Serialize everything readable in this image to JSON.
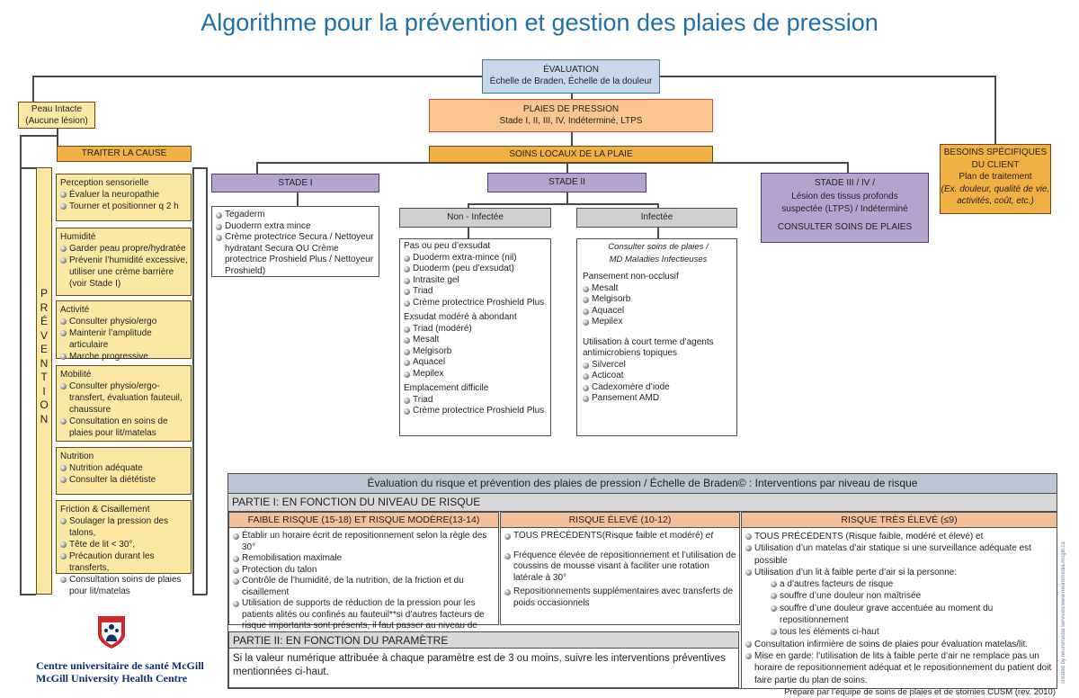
{
  "title": "Algorithme pour la prévention et gestion des plaies de pression",
  "evaluation": {
    "line1": "ÉVALUATION",
    "line2": "Échelle de Braden, Échelle de la douleur"
  },
  "peau": {
    "line1": "Peau Intacte",
    "line2": "(Aucune lésion)"
  },
  "plaies": {
    "line1": "PLAIES DE PRESSION",
    "line2": "Stade I, II, III, IV, Indéterminé, LTPS"
  },
  "traiter": "TRAITER LA CAUSE",
  "soins_locaux": "SOINS LOCAUX DE LA PLAIE",
  "besoins": {
    "line1": "BESOINS SPÉCIFIQUES",
    "line2": "DU CLIENT",
    "line3": "Plan de traitement",
    "line4": "(Ex. douleur, qualité de vie,",
    "line5": "activités, coût, etc.)"
  },
  "prevention_letters": [
    "P",
    "R",
    "É",
    "V",
    "E",
    "N",
    "T",
    "I",
    "O",
    "N"
  ],
  "prevention_boxes": [
    {
      "title": "Perception sensorielle",
      "items": [
        "Évaluer la neuropathie",
        "Tourner et positionner q 2 h"
      ]
    },
    {
      "title": "Humidité",
      "items": [
        "Garder peau propre/hydratée",
        "Prévenir l’humidité excessive, utiliser une crème barrière (voir Stade I)"
      ]
    },
    {
      "title": "Activité",
      "items": [
        "Consulter physio/ergo",
        "Maintenir l’amplitude articulaire",
        "Marche progressive"
      ]
    },
    {
      "title": "Mobilité",
      "items": [
        "Consulter physio/ergo-transfert, évaluation fauteuil, chaussure",
        "Consultation en soins de plaies pour lit/matelas"
      ]
    },
    {
      "title": "Nutrition",
      "items": [
        "Nutrition adéquate",
        "Consulter la diététiste"
      ]
    },
    {
      "title": "Friction & Cisaillement",
      "items": [
        "Soulager la pression des talons,",
        "Tête de lit < 30°,",
        "Précaution durant les transferts,",
        "Consultation soins de plaies pour lit/matelas"
      ]
    }
  ],
  "stade1": {
    "label": "STADE I",
    "items": [
      "Tegaderm",
      "Duoderm extra mince",
      "Crème protectrice Secura / Nettoyeur hydratant Secura OU Crème protectrice Proshield Plus / Nettoyeur Proshield)"
    ]
  },
  "stade2": {
    "label": "STADE II",
    "noninf": {
      "label": "Non - Infectée",
      "sections": [
        {
          "head": "Pas ou peu d’exsudat",
          "items": [
            "Duoderm extra-mince (nil)",
            "Duoderm (peu d’exsudat)",
            "Intrasite gel",
            "Triad",
            "Crème protectrice Proshield Plus"
          ]
        },
        {
          "head": "Exsudat modéré à abondant",
          "items": [
            "Triad (modéré)",
            "Mesalt",
            "Melgisorb",
            "Aquacel",
            "Mepilex"
          ]
        },
        {
          "head": "Emplacement difficile",
          "items": [
            "Triad",
            "Crème protectrice Proshield Plus"
          ]
        }
      ]
    },
    "inf": {
      "label": "Infectée",
      "consult1": "Consulter soins de plaies /",
      "consult2": "MD Maladies Infectieuses",
      "sections": [
        {
          "head": "Pansement non-occlusif",
          "items": [
            "Mesalt",
            "Melgisorb",
            "Aquacel",
            "Mepilex"
          ]
        },
        {
          "head": "Utilisation à court terme d’agents antimicrobiens topiques",
          "items": [
            "Silvercel",
            "Acticoat",
            "Cadexomère d’iode",
            "Pansement AMD"
          ]
        }
      ]
    }
  },
  "stade3": {
    "line1": "STADE III / IV /",
    "line2": "Lésion des tissus profonds",
    "line3": "suspectée (LTPS) / Indéterminé",
    "line4": "CONSULTER SOINS DE PLAIES"
  },
  "braden": {
    "header": "Évaluation du risque et prévention des plaies de pression / Échelle de Braden© :  Interventions par niveau de risque",
    "part1": "PARTIE I:  EN FONCTION DU NIVEAU DE RISQUE",
    "risks": [
      {
        "label": "FAIBLE RISQUE (15-18) ET RISQUE MODÈRE(13-14)",
        "items": [
          "Établir un horaire écrit de repositionnement selon la règle des 30°",
          "Remobilisation maximale",
          "Protection du talon",
          "Contrôle de l’humidité, de la nutrition, de la friction et du cisaillement",
          "Utilisation de supports de réduction de la pression pour les patients alités ou confinés au fauteuil**si d’autres facteurs de risque importants sont présents, il faut passer au niveau de soins suivant."
        ]
      },
      {
        "label": "RISQUE  ÉLEVÉ (10-12)",
        "first": "TOUS PRÉCÉDENTS(Risque faible et modéré)",
        "first_et": "et",
        "items": [
          "Fréquence élevée de repositionnement et l’utilisation de coussins de mousse visant à faciliter une rotation latérale à 30°",
          "Repositionnements supplémentaires avec transferts de poids occasionnels"
        ]
      },
      {
        "label": "RISQUE TRÈS  ÉLEVÉ (≤9)",
        "items": [
          "TOUS PRÉCÉDENTS (Risque faible, modéré et élevé) et",
          "Utilisation d’un matelas d’air statique si une surveillance adéquate est possible",
          "Utilisation d’un lit à faible perte d’air si la personne:"
        ],
        "sub": [
          "a d’autres facteurs de risque",
          "souffre d’une douleur non maîtrisée",
          "souffre d’une douleur grave accentuée au moment du repositionnement",
          "tous les éléments ci-haut"
        ],
        "after": [
          "Consultation infirmière de soins de plaies pour évaluation matelas/lit.",
          "Mise en garde: l’utilisation de lits à faible perte d’air ne remplace pas un horaire de repositionnement adéquat et le repositionnement du patient doit faire partie du plan de soins."
        ]
      }
    ],
    "part2": "PARTIE II:  EN FONCTION DU PARAMÈTRE",
    "part2_text": "Si la valeur numérique attribuée à chaque paramètre est de 3 ou moins, suivre les interventions préventives mentionnées ci-haut."
  },
  "logo": {
    "line1": "Centre universitaire de santé McGill",
    "line2": "McGill University Health Centre"
  },
  "footer": "Préparé par l’équipe de soins de plaies et de stomies CUSM (rev. 2010)",
  "side_credit": "created by neuromedia services/www.neuromedia.mcgill.ca",
  "colors": {
    "title": "#1f70a7",
    "blue": "#c6d9ec",
    "orange": "#fac68f",
    "gold": "#f1b043",
    "yellow": "#fbe8a3",
    "purple": "#b3a4ce",
    "grey": "#cfcfcf",
    "logo_red": "#d0262c",
    "logo_blue": "#0e2f67"
  }
}
